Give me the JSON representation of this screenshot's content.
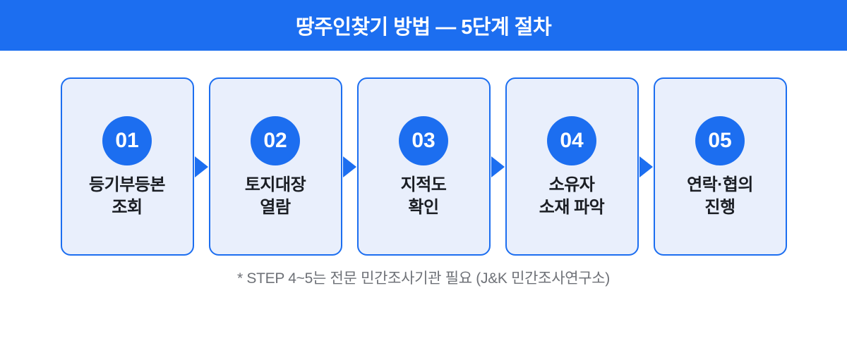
{
  "header": {
    "title": "땅주인찾기 방법 — 5단계 절차"
  },
  "steps": [
    {
      "number": "01",
      "label_line1": "등기부등본",
      "label_line2": "조회"
    },
    {
      "number": "02",
      "label_line1": "토지대장",
      "label_line2": "열람"
    },
    {
      "number": "03",
      "label_line1": "지적도",
      "label_line2": "확인"
    },
    {
      "number": "04",
      "label_line1": "소유자",
      "label_line2": "소재 파악"
    },
    {
      "number": "05",
      "label_line1": "연락·협의",
      "label_line2": "진행"
    }
  ],
  "footnote": {
    "text": "* STEP 4~5는 전문 민간조사기관 필요 (J&K 민간조사연구소)"
  },
  "colors": {
    "accent_blue": "#1c6ef0",
    "card_background": "#e9effc",
    "label_text": "#1b1e24",
    "footnote_gray": "#6e7177",
    "header_text": "#ffffff"
  }
}
